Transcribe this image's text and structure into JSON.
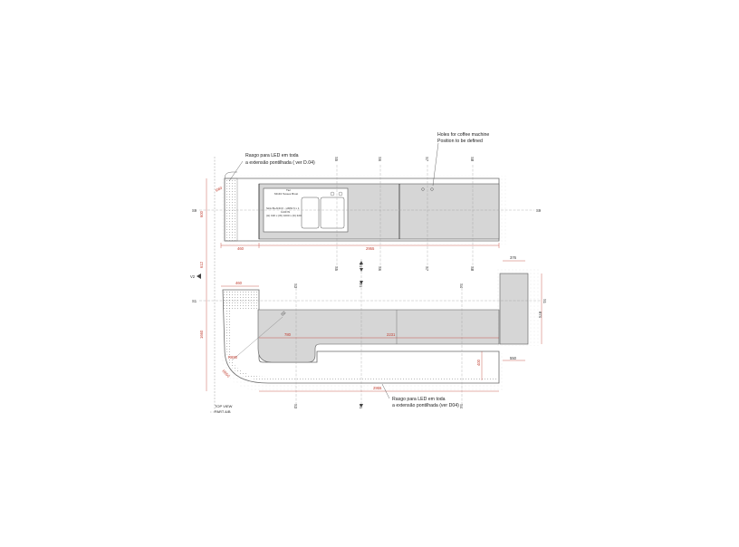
{
  "drawing": {
    "view_title": "TOP VIEW",
    "view_subtitle": "PART A/B",
    "notes": {
      "led_top_1": "Rasgo para LED em toda",
      "led_top_2": "a extensão pontilhada ( ver D.04)",
      "coffee_1": "Holes for coffee machine",
      "coffee_2": "Position to be defined",
      "led_bottom_1": "Rasgo para LED em toda",
      "led_bottom_2": "a extensão pontilhada (ver D04)"
    },
    "sink": {
      "label_top": "Tier",
      "label_brand": "MCZ2 Tesses Brust",
      "spec_1": "Sink BLANCO - HMW 6 x 1",
      "spec_2": "1140 W",
      "spec_3": "(H) 196 x (W) 1000 x (D) 320"
    },
    "sections": {
      "s9": "S9",
      "s5": "S5",
      "s6": "S6",
      "s7": "S7",
      "s8": "S8",
      "s1": "S1",
      "s2": "S2",
      "s3": "S3",
      "s4": "S4",
      "v2": "V2",
      "d1": "D1"
    },
    "dimensions": {
      "upper_left_width": "460",
      "upper_total": "2955",
      "upper_depth": "600",
      "middle_gap": "612",
      "lower_left_width": "460",
      "lower_inner": "780",
      "lower_run": "2231",
      "lower_total": "2955",
      "lower_depth": "1660",
      "right_block_top": "376",
      "right_block_height": "874",
      "right_block_bottom": "550",
      "corner_radius_1": "R690",
      "corner_radius_2": "R650",
      "corner_radius_3": "R60",
      "bottom_offset": "400"
    }
  }
}
